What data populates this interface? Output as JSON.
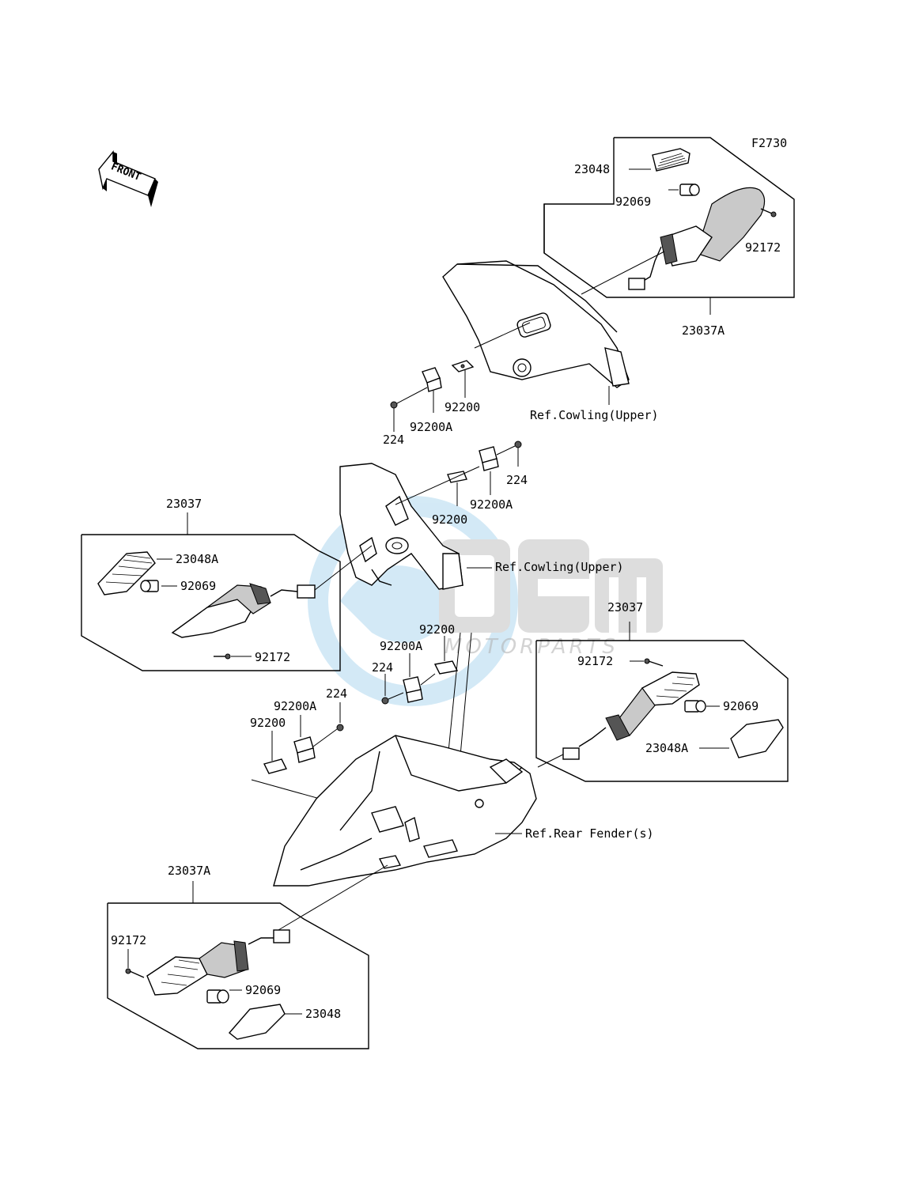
{
  "figure_code": "F2730",
  "front_arrow": {
    "label": "FRONT"
  },
  "watermark": {
    "brand": "OEM",
    "subtitle": "MOTORPARTS"
  },
  "groups": {
    "top_right": {
      "assembly": "23037A",
      "lens": "23048",
      "bulb": "92069",
      "screw": "92172"
    },
    "mid_left": {
      "assembly": "23037",
      "lens": "23048A",
      "bulb": "92069",
      "screw": "92172"
    },
    "mid_right": {
      "assembly": "23037",
      "screw": "92172",
      "bulb": "92069",
      "lens": "23048A"
    },
    "bottom_left": {
      "assembly": "23037A",
      "screw": "92172",
      "bulb": "92069",
      "lens": "23048"
    }
  },
  "hardware": {
    "upper_cowl": {
      "plate": "92200",
      "bracket": "92200A",
      "bolt": "224"
    },
    "mid_cowl": {
      "bolt": "224",
      "bracket": "92200A",
      "plate": "92200"
    },
    "center": {
      "plate": "92200",
      "bracket": "92200A",
      "bolt": "224"
    },
    "fender": {
      "bolt": "224",
      "bracket": "92200A",
      "plate": "92200"
    }
  },
  "references": {
    "cowling_upper_1": "Ref.Cowling(Upper)",
    "cowling_upper_2": "Ref.Cowling(Upper)",
    "rear_fender": "Ref.Rear Fender(s)"
  }
}
